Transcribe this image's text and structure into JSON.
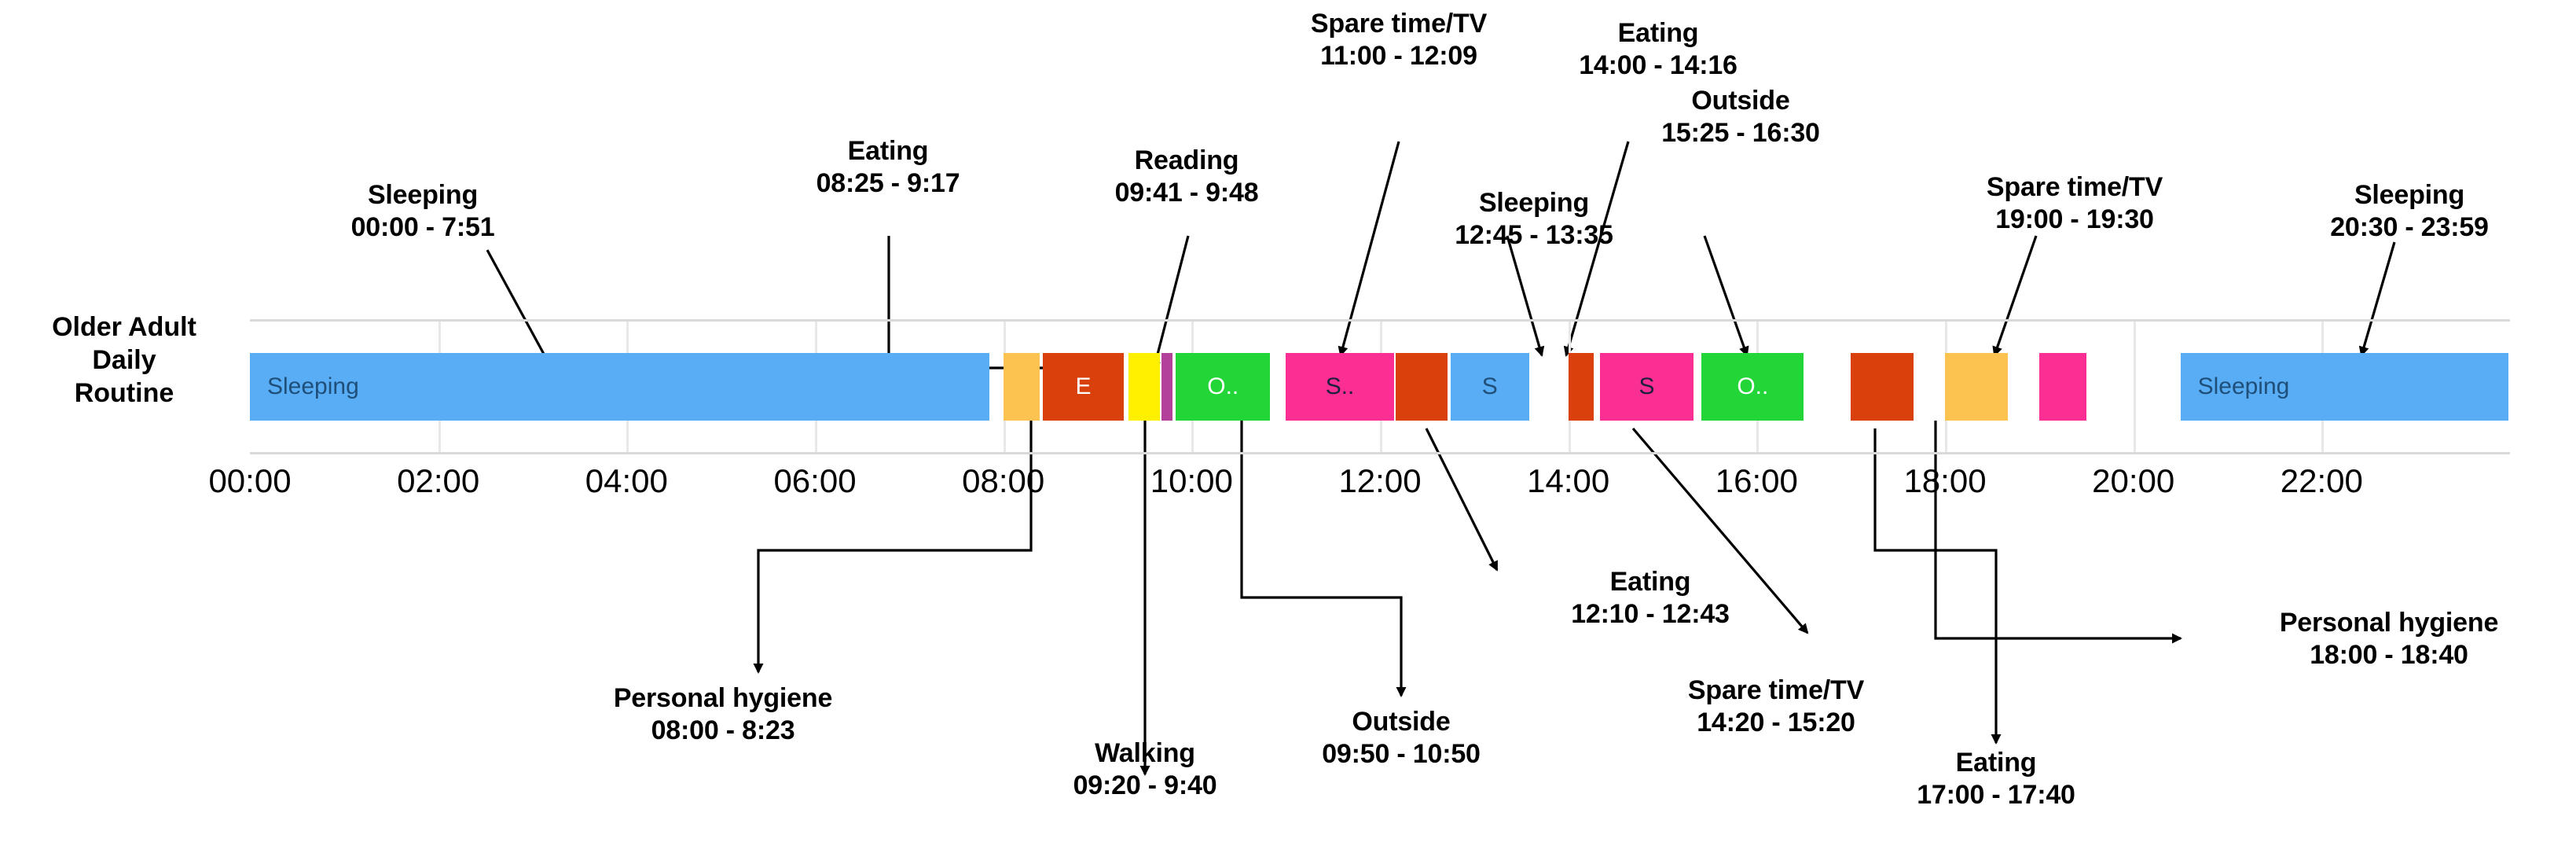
{
  "chart_data": {
    "type": "bar",
    "orientation": "horizontal-timeline",
    "title": "",
    "xlabel": "",
    "ylabel": "Older Adult Daily Routine",
    "category": "Older Adult Daily Routine",
    "xlim": [
      "00:00",
      "24:00"
    ],
    "grid": true,
    "legend": "none",
    "xticks": [
      "00:00",
      "02:00",
      "04:00",
      "06:00",
      "08:00",
      "10:00",
      "12:00",
      "14:00",
      "16:00",
      "18:00",
      "20:00",
      "22:00"
    ],
    "xtick_hours": [
      0,
      2,
      4,
      6,
      8,
      10,
      12,
      14,
      16,
      18,
      20,
      22
    ],
    "colors": {
      "sleeping": "#58ADF4",
      "sleeping_text": "#1F4E79",
      "personal_hygiene": "#FCC351",
      "eating": "#D9400B",
      "walking": "#FFF000",
      "reading": "#B3409A",
      "outside": "#21D636",
      "spare_time_tv": "#FB2F93",
      "gap": "#FFFFFF",
      "gridline": "#E8E8E8",
      "axisline": "#D9D9D9"
    },
    "segments": [
      {
        "activity": "Sleeping",
        "start": "00:00",
        "end": "7:51",
        "start_h": 0.0,
        "end_h": 7.85,
        "color": "#58ADF4",
        "bar_label": "Sleeping",
        "label_align": "left",
        "label_color": "#1F4E79"
      },
      {
        "activity": "Personal hygiene",
        "start": "08:00",
        "end": "8:23",
        "start_h": 8.0,
        "end_h": 8.3833,
        "color": "#FCC351",
        "bar_label": "",
        "label_align": "center",
        "label_color": "#FFFFFF"
      },
      {
        "activity": "Eating",
        "start": "08:25",
        "end": "9:17",
        "start_h": 8.4167,
        "end_h": 9.2833,
        "color": "#D9400B",
        "bar_label": "E",
        "label_align": "center",
        "label_color": "#FFFFFF"
      },
      {
        "activity": "Walking",
        "start": "09:20",
        "end": "9:40",
        "start_h": 9.3333,
        "end_h": 9.6667,
        "color": "#FFF000",
        "bar_label": "",
        "label_align": "center",
        "label_color": "#000000"
      },
      {
        "activity": "Reading",
        "start": "09:41",
        "end": "9:48",
        "start_h": 9.6833,
        "end_h": 9.8,
        "color": "#B3409A",
        "bar_label": "",
        "label_align": "center",
        "label_color": "#FFFFFF"
      },
      {
        "activity": "Outside",
        "start": "09:50",
        "end": "10:50",
        "start_h": 9.8333,
        "end_h": 10.8333,
        "color": "#21D636",
        "bar_label": "O..",
        "label_align": "center",
        "label_color": "#FFFFFF"
      },
      {
        "activity": "Spare time/TV",
        "start": "11:00",
        "end": "12:09",
        "start_h": 11.0,
        "end_h": 12.15,
        "color": "#FB2F93",
        "bar_label": "S..",
        "label_align": "center",
        "label_color": "#1F1F3F"
      },
      {
        "activity": "Eating",
        "start": "12:10",
        "end": "12:43",
        "start_h": 12.1667,
        "end_h": 12.7167,
        "color": "#D9400B",
        "bar_label": "",
        "label_align": "center",
        "label_color": "#FFFFFF"
      },
      {
        "activity": "Sleeping",
        "start": "12:45",
        "end": "13:35",
        "start_h": 12.75,
        "end_h": 13.5833,
        "color": "#58ADF4",
        "bar_label": "S",
        "label_align": "center",
        "label_color": "#1F4E79"
      },
      {
        "activity": "Eating",
        "start": "14:00",
        "end": "14:16",
        "start_h": 14.0,
        "end_h": 14.2667,
        "color": "#D9400B",
        "bar_label": "",
        "label_align": "center",
        "label_color": "#FFFFFF"
      },
      {
        "activity": "Spare time/TV",
        "start": "14:20",
        "end": "15:20",
        "start_h": 14.3333,
        "end_h": 15.3333,
        "color": "#FB2F93",
        "bar_label": "S",
        "label_align": "center",
        "label_color": "#1F1F3F"
      },
      {
        "activity": "Outside",
        "start": "15:25",
        "end": "16:30",
        "start_h": 15.4167,
        "end_h": 16.5,
        "color": "#21D636",
        "bar_label": "O..",
        "label_align": "center",
        "label_color": "#FFFFFF"
      },
      {
        "activity": "Eating",
        "start": "17:00",
        "end": "17:40",
        "start_h": 17.0,
        "end_h": 17.6667,
        "color": "#D9400B",
        "bar_label": "",
        "label_align": "center",
        "label_color": "#FFFFFF"
      },
      {
        "activity": "Personal hygiene",
        "start": "18:00",
        "end": "18:40",
        "start_h": 18.0,
        "end_h": 18.6667,
        "color": "#FCC351",
        "bar_label": "",
        "label_align": "center",
        "label_color": "#000000"
      },
      {
        "activity": "Spare time/TV",
        "start": "19:00",
        "end": "19:30",
        "start_h": 19.0,
        "end_h": 19.5,
        "color": "#FB2F93",
        "bar_label": "",
        "label_align": "center",
        "label_color": "#1F1F3F"
      },
      {
        "activity": "Sleeping",
        "start": "20:30",
        "end": "23:59",
        "start_h": 20.5,
        "end_h": 23.9833,
        "color": "#58ADF4",
        "bar_label": "Sleeping",
        "label_align": "left",
        "label_color": "#1F4E79"
      }
    ]
  },
  "y_axis": {
    "label_line1": "Older Adult",
    "label_line2": "Daily",
    "label_line3": "Routine"
  },
  "bar_labels": {
    "sleeping_left": "Sleeping",
    "eating_e": "E",
    "outside_o1": "O..",
    "spare_s1": "S..",
    "sleeping_s": "S",
    "spare_s2": "S",
    "outside_o2": "O..",
    "sleeping_right": "Sleeping"
  },
  "ticks": {
    "t0": "00:00",
    "t1": "02:00",
    "t2": "04:00",
    "t3": "06:00",
    "t4": "08:00",
    "t5": "10:00",
    "t6": "12:00",
    "t7": "14:00",
    "t8": "16:00",
    "t9": "18:00",
    "t10": "20:00",
    "t11": "22:00"
  },
  "callouts": [
    {
      "id": "sleeping-1",
      "title": "Sleeping",
      "range": "00:00 - 7:51"
    },
    {
      "id": "eating-1",
      "title": "Eating",
      "range": "08:25 - 9:17"
    },
    {
      "id": "reading",
      "title": "Reading",
      "range": "09:41 - 9:48"
    },
    {
      "id": "spare-time-1",
      "title": "Spare time/TV",
      "range": "11:00 - 12:09"
    },
    {
      "id": "sleeping-2",
      "title": "Sleeping",
      "range": "12:45 - 13:35"
    },
    {
      "id": "eating-2",
      "title": "Eating",
      "range": "14:00 - 14:16"
    },
    {
      "id": "outside-2",
      "title": "Outside",
      "range": "15:25 - 16:30"
    },
    {
      "id": "spare-time-3",
      "title": "Spare time/TV",
      "range": "19:00 - 19:30"
    },
    {
      "id": "sleeping-3",
      "title": "Sleeping",
      "range": "20:30 - 23:59"
    },
    {
      "id": "hygiene-1",
      "title": "Personal hygiene",
      "range": "08:00 - 8:23"
    },
    {
      "id": "walking",
      "title": "Walking",
      "range": "09:20 - 9:40"
    },
    {
      "id": "outside-1",
      "title": "Outside",
      "range": "09:50 - 10:50"
    },
    {
      "id": "eating-3",
      "title": "Eating",
      "range": "12:10 - 12:43"
    },
    {
      "id": "spare-time-2",
      "title": "Spare time/TV",
      "range": "14:20 - 15:20"
    },
    {
      "id": "eating-4",
      "title": "Eating",
      "range": "17:00 - 17:40"
    },
    {
      "id": "hygiene-2",
      "title": "Personal hygiene",
      "range": "18:00 - 18:40"
    }
  ]
}
